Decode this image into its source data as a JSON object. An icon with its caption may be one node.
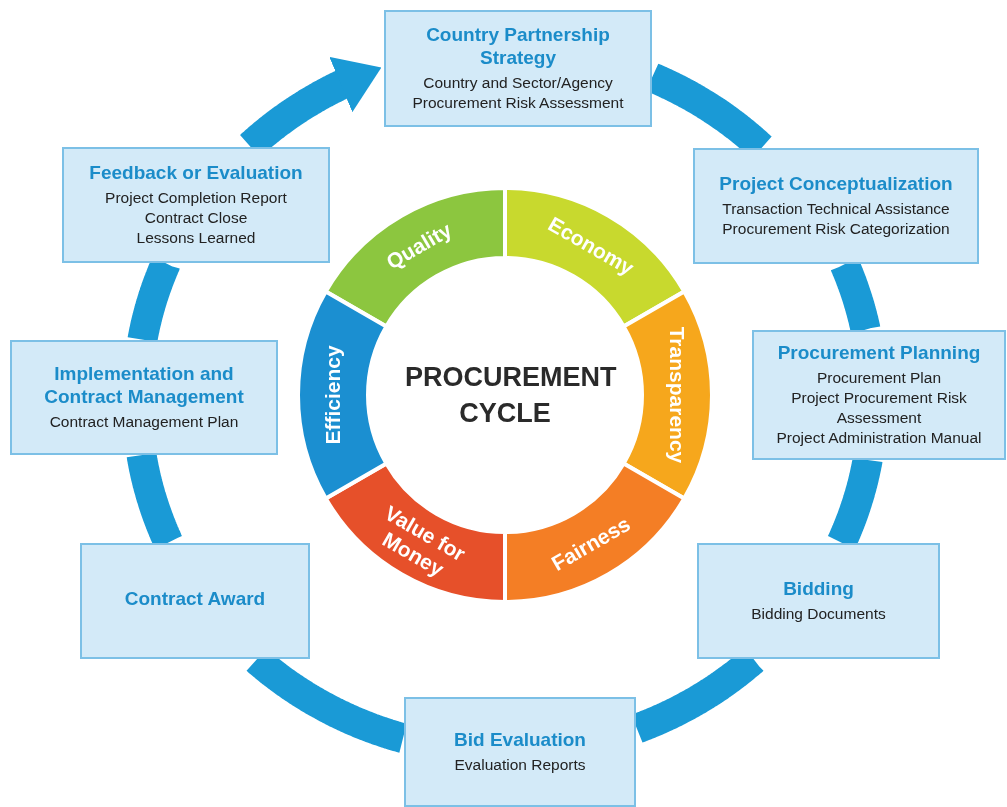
{
  "diagram": {
    "nodes": [
      {
        "text": [
          "Country Partnership Strategy",
          "Country and Sector/Agency Procurement Risk Assessment"
        ]
      },
      {
        "text": [
          "Project Conceptualization",
          "Transaction Technical Assistance",
          "Procurement Risk Categorization"
        ]
      },
      {
        "text": [
          "Procurement Planning",
          "Procurement Plan",
          "Project Procurement Risk Assessment",
          "Project Administration Manual"
        ]
      },
      {
        "text": [
          "Bidding",
          "Bidding Documents"
        ]
      },
      {
        "text": [
          "Bid Evaluation",
          "Evaluation Reports"
        ]
      },
      {
        "text": [
          "Contract Award"
        ]
      },
      {
        "text": [
          "Implementation and Contract Management",
          "Contract Management Plan"
        ]
      },
      {
        "text": [
          "Feedback or Evaluation",
          "Project Completion Report",
          "Contract Close",
          "Lessons Learned"
        ]
      },
      {
        "text": [
          "PROCUREMENT CYCLE"
        ]
      },
      {
        "text": [
          "Quality"
        ]
      },
      {
        "text": [
          "Economy"
        ]
      },
      {
        "text": [
          "Transparency"
        ]
      },
      {
        "text": [
          "Fairness"
        ]
      },
      {
        "text": [
          "Value for Money"
        ]
      },
      {
        "text": [
          "Efficiency"
        ]
      }
    ],
    "edges": [
      {
        "from": 0,
        "to": 1,
        "arrow": "none"
      },
      {
        "from": 1,
        "to": 2,
        "arrow": "none"
      },
      {
        "from": 2,
        "to": 3,
        "arrow": "none"
      },
      {
        "from": 3,
        "to": 4,
        "arrow": "none"
      },
      {
        "from": 4,
        "to": 5,
        "arrow": "none"
      },
      {
        "from": 5,
        "to": 6,
        "arrow": "none"
      },
      {
        "from": 6,
        "to": 7,
        "arrow": "none"
      },
      {
        "from": 7,
        "to": 0,
        "arrow": "to"
      }
    ]
  }
}
